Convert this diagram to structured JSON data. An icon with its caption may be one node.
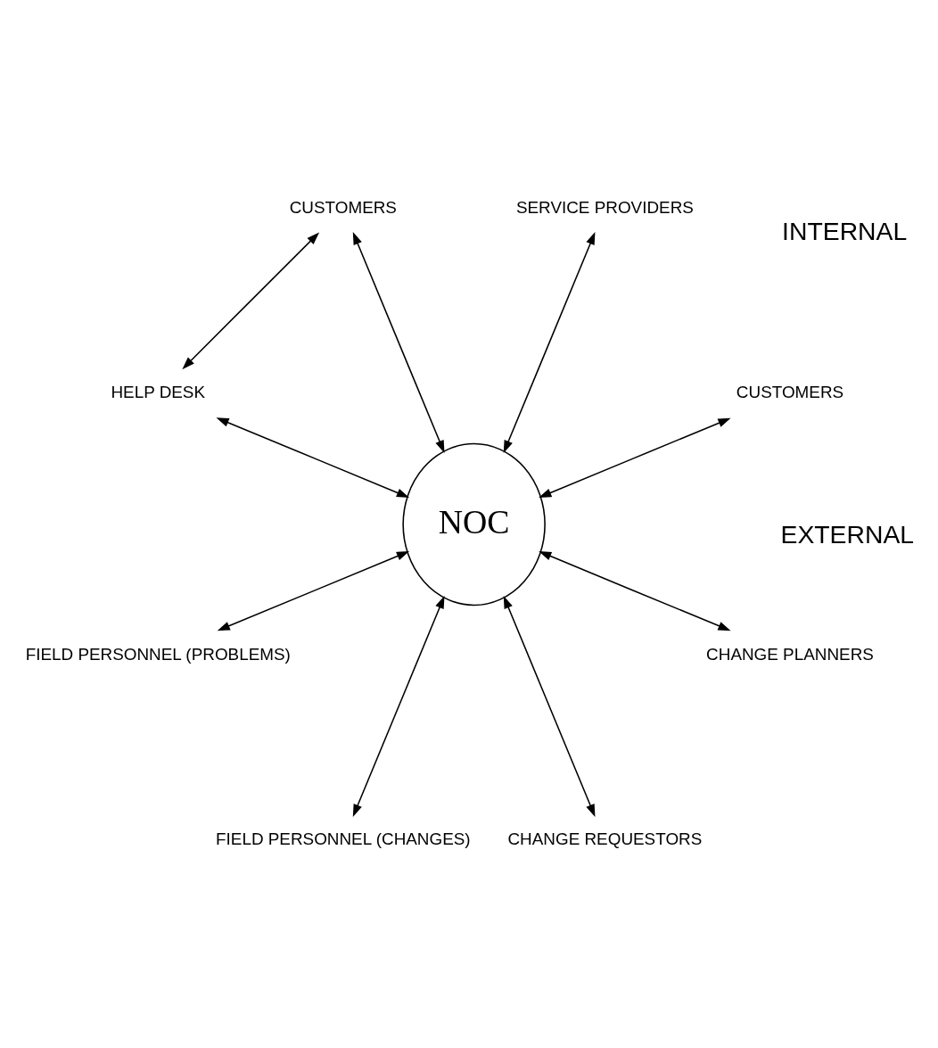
{
  "diagram": {
    "nodes": [
      {
        "text": [
          "NOC"
        ]
      },
      {
        "text": [
          "CUSTOMERS"
        ]
      },
      {
        "text": [
          "SERVICE PROVIDERS"
        ]
      },
      {
        "text": [
          "CUSTOMERS"
        ]
      },
      {
        "text": [
          "HELP DESK"
        ]
      },
      {
        "text": [
          "FIELD PERSONNEL (PROBLEMS)"
        ]
      },
      {
        "text": [
          "FIELD PERSONNEL (CHANGES)"
        ]
      },
      {
        "text": [
          "CHANGE REQUESTORS"
        ]
      },
      {
        "text": [
          "CHANGE PLANNERS"
        ]
      }
    ],
    "edges": [
      {
        "from": 0,
        "to": 3,
        "arrow": "both"
      },
      {
        "from": 3,
        "to": 4,
        "arrow": "both"
      },
      {
        "from": 0,
        "to": 4,
        "arrow": "both"
      },
      {
        "from": 0,
        "to": 5,
        "arrow": "both"
      },
      {
        "from": 0,
        "to": 6,
        "arrow": "both"
      },
      {
        "from": 0,
        "to": 7,
        "arrow": "both"
      },
      {
        "from": 0,
        "to": 8,
        "arrow": "both"
      },
      {
        "from": 0,
        "to": 2,
        "arrow": "both"
      },
      {
        "from": 0,
        "to": 1,
        "arrow": "both"
      }
    ],
    "labels": [
      "EXTERNAL",
      "INTERNAL"
    ]
  }
}
